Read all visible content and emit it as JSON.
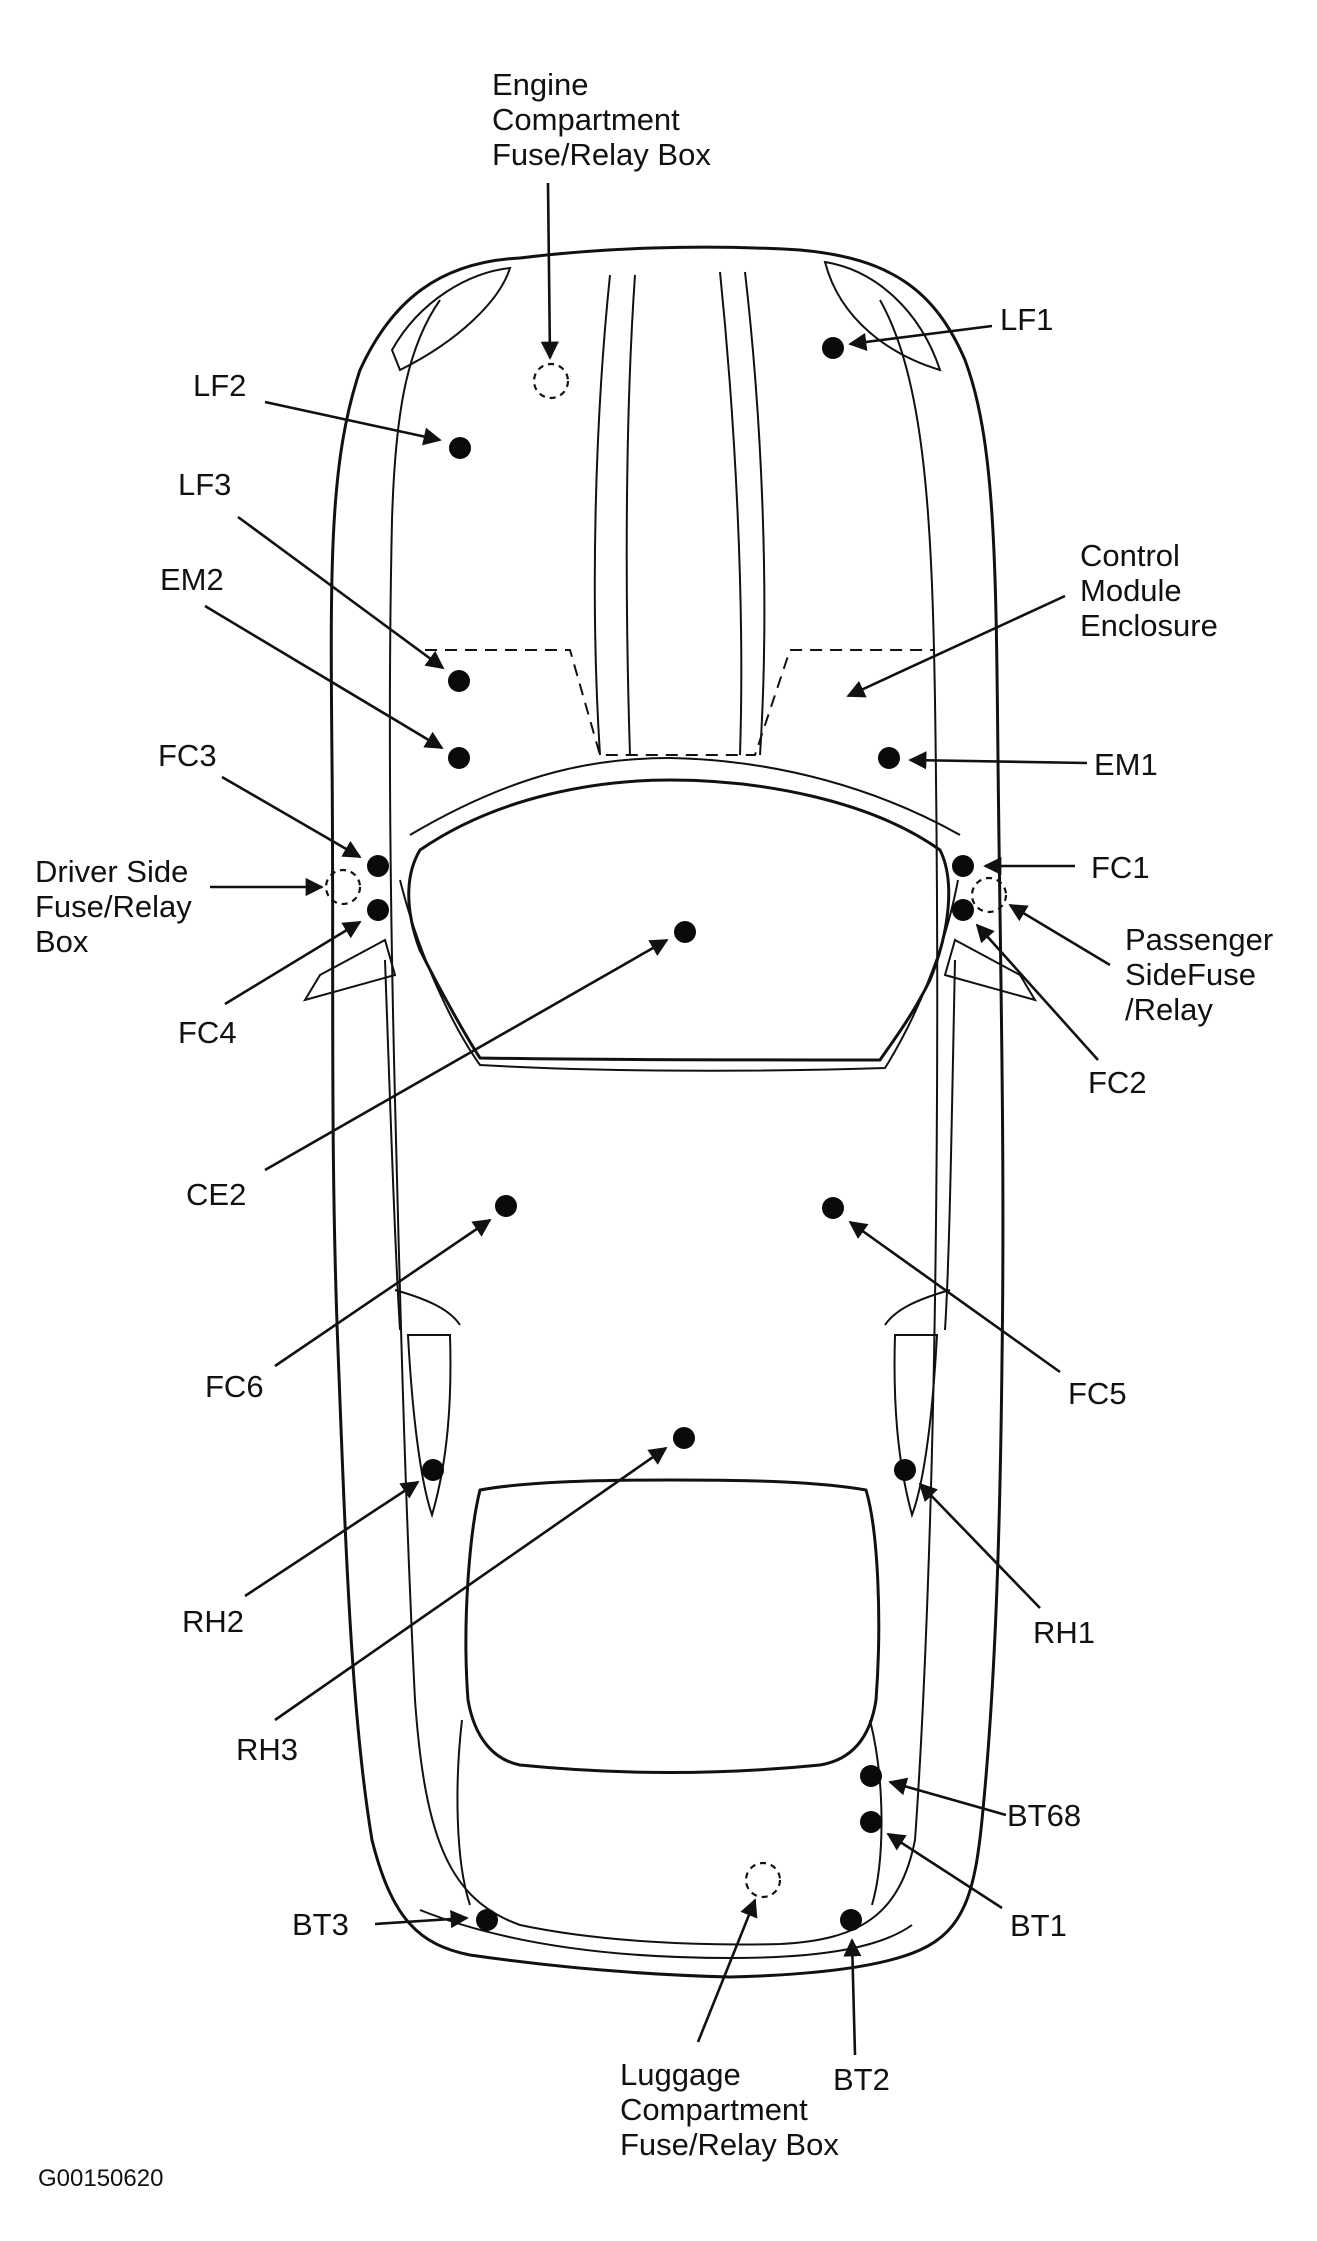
{
  "diagram": {
    "figure_id": "G00150620",
    "labels": {
      "engine_fuse_box": [
        "Engine",
        "Compartment",
        "Fuse/Relay Box"
      ],
      "lf1": "LF1",
      "lf2": "LF2",
      "lf3": "LF3",
      "em2": "EM2",
      "control_module": [
        "Control",
        "Module",
        "Enclosure"
      ],
      "em1": "EM1",
      "fc3": "FC3",
      "fc1": "FC1",
      "driver_fuse_box": [
        "Driver Side",
        "Fuse/Relay",
        "Box"
      ],
      "passenger_fuse_box": [
        "Passenger",
        "SideFuse",
        "/Relay"
      ],
      "fc4": "FC4",
      "fc2": "FC2",
      "ce2": "CE2",
      "fc6": "FC6",
      "fc5": "FC5",
      "rh2": "RH2",
      "rh1": "RH1",
      "rh3": "RH3",
      "bt68": "BT68",
      "bt1": "BT1",
      "bt3": "BT3",
      "bt2": "BT2",
      "luggage_fuse_box": [
        "Luggage",
        "Compartment",
        "Fuse/Relay Box"
      ]
    }
  }
}
